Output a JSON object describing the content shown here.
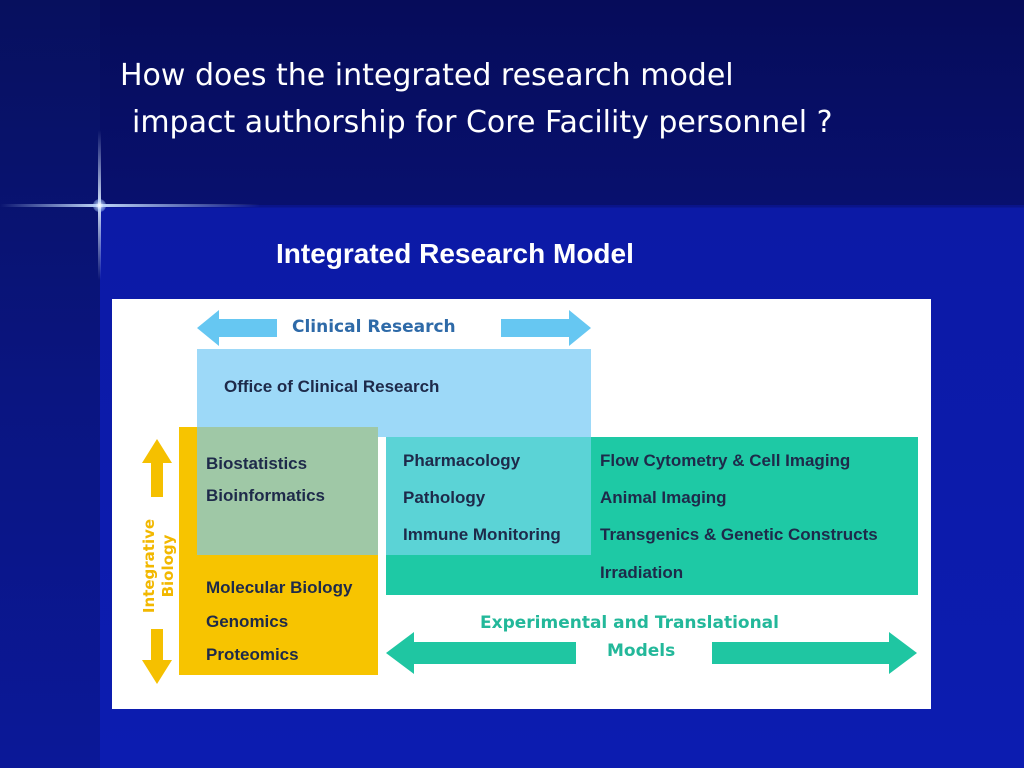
{
  "slide": {
    "title_line1": "How does the integrated research model",
    "title_line2": "impact authorship for Core Facility personnel ?",
    "subtitle": "Integrated Research Model"
  },
  "diagram": {
    "clinical_arrow_label": "Clinical Research",
    "office_label": "Office of Clinical Research",
    "integrative_label_line1": "Integrative",
    "integrative_label_line2": "Biology",
    "biostat_items": [
      "Biostatistics",
      "Bioinformatics"
    ],
    "molecular_items": [
      "Molecular Biology",
      "Genomics",
      "Proteomics"
    ],
    "center_items": [
      "Pharmacology",
      "Pathology",
      "Immune Monitoring"
    ],
    "right_items": [
      "Flow Cytometry & Cell Imaging",
      "Animal Imaging",
      "Transgenics & Genetic Constructs",
      "Irradiation"
    ],
    "experimental_label_line1": "Experimental and Translational",
    "experimental_label_line2": "Models"
  },
  "colors": {
    "light_blue": "#9dd9f8",
    "yellow": "#f7c400",
    "teal": "#1ec9a5",
    "sage_overlap": "#9fc8a6",
    "cyan_overlap": "#5bd3d6",
    "arrow_blue": "#66c7f2",
    "arrow_teal": "#1fc6a2",
    "arrow_yellow": "#f5c000"
  }
}
